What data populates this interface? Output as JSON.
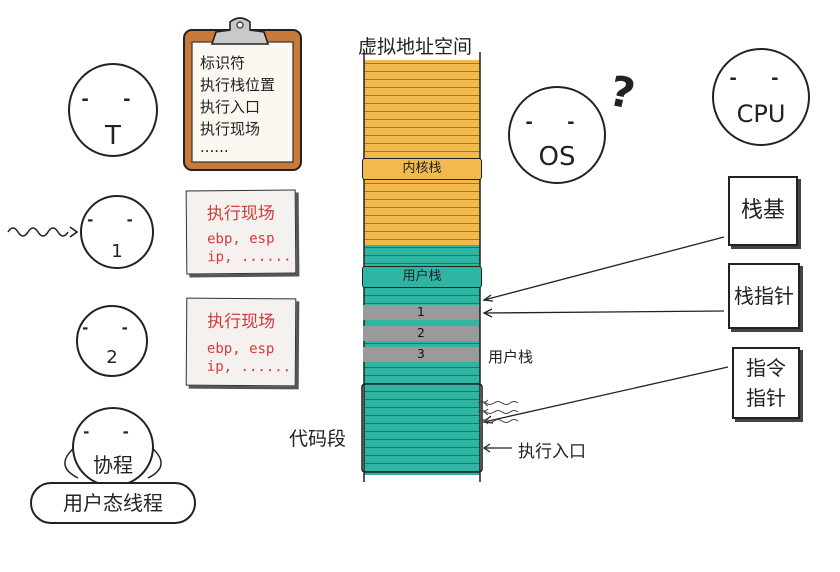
{
  "memory": {
    "title": "虚拟地址空间",
    "kernel_stack": "内核栈",
    "user_stack_band": "用户栈",
    "slots": [
      "1",
      "2",
      "3"
    ],
    "user_stack_label": "用户栈",
    "code_segment": "代码段",
    "entry_label": "执行入口"
  },
  "clipboard": {
    "lines": [
      "标识符",
      "执行栈位置",
      "执行入口",
      "执行现场",
      "......"
    ]
  },
  "notes": [
    {
      "title": "执行现场",
      "line1": "ebp, esp",
      "line2": "ip, ......"
    },
    {
      "title": "执行现场",
      "line1": "ebp, esp",
      "line2": "ip, ......"
    }
  ],
  "faces": {
    "t_label": "T",
    "one_label": "1",
    "two_label": "2",
    "coroutine_label": "协程",
    "os_label": "OS",
    "os_mark": "?",
    "cpu_label": "CPU",
    "user_thread": "用户态线程"
  },
  "registers": {
    "stack_base": "栈基",
    "stack_pointer": "栈指针",
    "instruction_pointer_l1": "指令",
    "instruction_pointer_l2": "指针"
  },
  "colors": {
    "kernel_area": "#f2b94e",
    "user_area": "#2fb5a4",
    "note_text": "#d33a3a",
    "clipboard": "#c77a3a"
  }
}
